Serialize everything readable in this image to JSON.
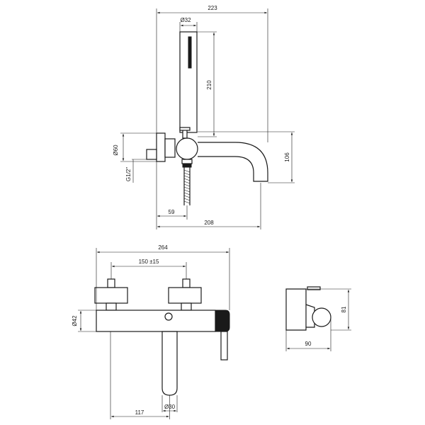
{
  "dimensions": {
    "width_223": "223",
    "dia_32": "Ø32",
    "len_210": "210",
    "dia_60": "Ø60",
    "thread": "G1/2\"",
    "height_106": "106",
    "off_59": "59",
    "width_208": "208",
    "width_264": "264",
    "centers": "150 ±15",
    "dia_42": "Ø42",
    "off_117": "117",
    "dia_30": "Ø30",
    "height_81": "81",
    "depth_90": "90"
  }
}
